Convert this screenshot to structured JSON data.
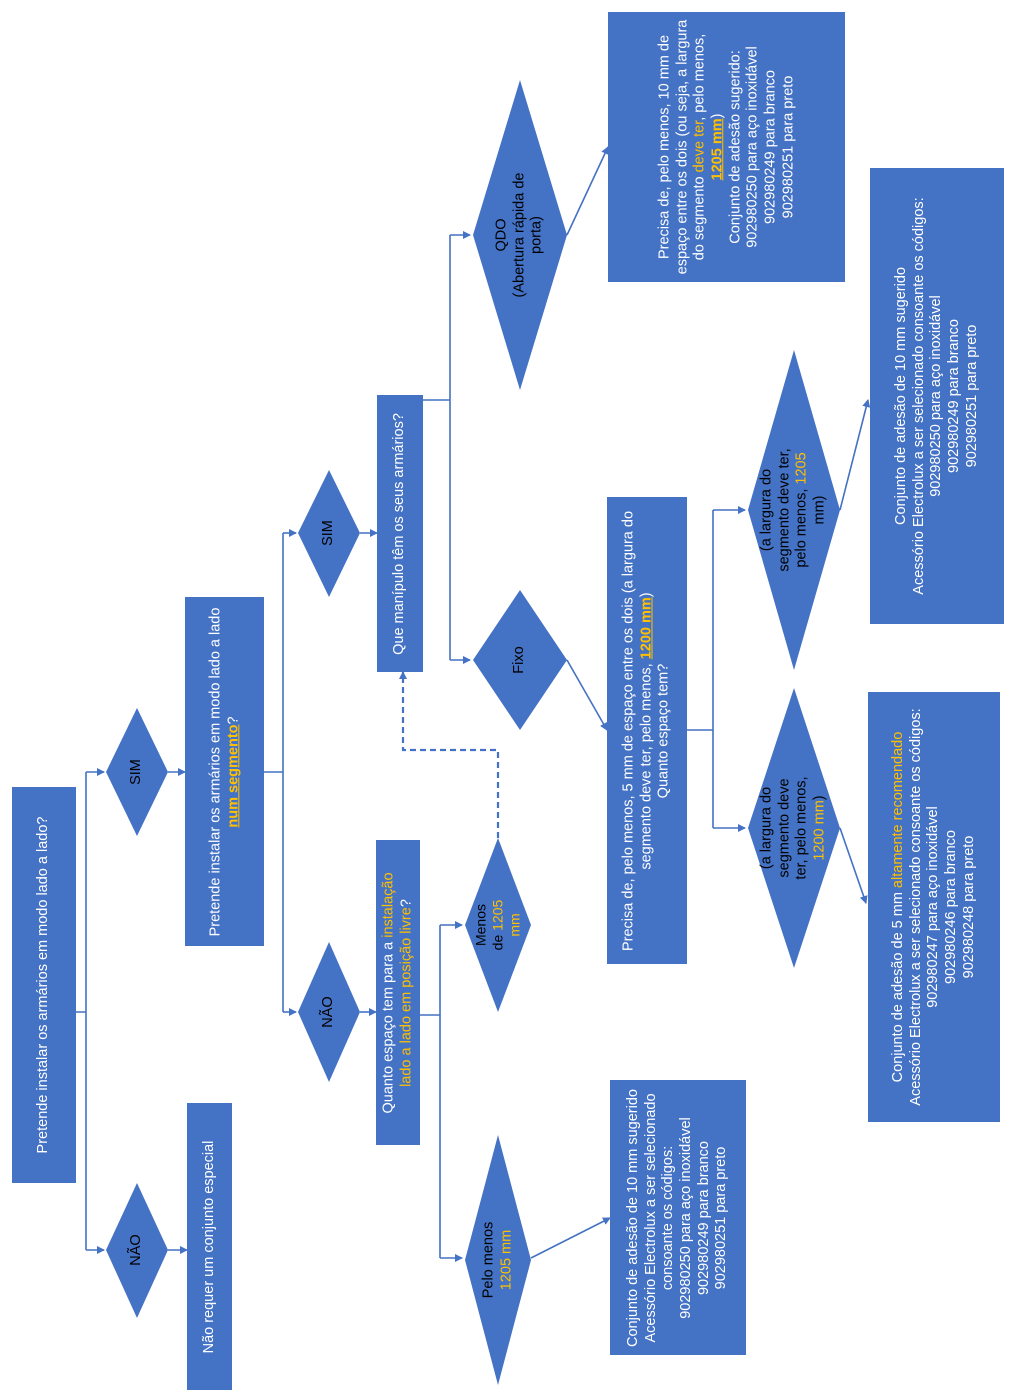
{
  "q_main": "Pretende instalar os armários em modo lado a lado?",
  "d_main_no": "NÃO",
  "d_main_yes": "SIM",
  "r_no_special": "Não requer um conjunto especial",
  "q_segment": {
    "a": "Pretende instalar os armários em modo lado a lado",
    "b": "num segmento",
    "c": "?"
  },
  "d_seg_no": "NÃO",
  "d_seg_yes": "SIM",
  "q_space": {
    "a": "Quanto espaço tem para a ",
    "b": "instalação",
    "c": "lado a lado em posição livre",
    "d": "?"
  },
  "q_handle": "Que manípulo têm os seus armários?",
  "d_atleast": {
    "a": "Pelo menos",
    "b": "1205 mm"
  },
  "d_less": {
    "a": "Menos",
    "b": "de ",
    "c": "1205",
    "d": "mm"
  },
  "d_fixo": "Fixo",
  "d_qdo": {
    "a": "QDO",
    "b": "(Abertura rápida de",
    "c": "porta)"
  },
  "r_10mm_free": {
    "l1": "Conjunto de adesão de 10 mm sugerido",
    "l2": "Acessório Electrolux a ser selecionado",
    "l3": "consoante os códigos:",
    "l4": "902980250 para aço inoxidável",
    "l5": "902980249 para branco",
    "l6": "902980251 para preto"
  },
  "q_fixo_space": {
    "l1": "Precisa de, pelo menos, 5 mm de espaço entre os dois (a largura do",
    "l2": "segmento deve ter, pelo menos, ",
    "l2b": "1200 mm",
    "l2c": ")",
    "l3": "Quanto espaço tem?"
  },
  "r_qdo": {
    "l1": "Precisa de, pelo menos, 10 mm de",
    "l2": "espaço entre os dois (ou seja, a largura",
    "l3a": "do segmento ",
    "l3b": "deve ter",
    "l3c": ", pelo menos,",
    "l4a": "1205 mm",
    "l4b": ")",
    "l5": "Conjunto de adesão sugerido:",
    "l6": "902980250 para aço inoxidável",
    "l7": "902980249 para branco",
    "l8": "902980251 para preto"
  },
  "d_1200": {
    "a": "(a largura do",
    "b": "segmento deve",
    "c": "ter, pelo menos,",
    "d": "1200 mm",
    "e": ")"
  },
  "d_1205": {
    "a": "(a largura do",
    "b": "segmento deve ter,",
    "c": "pelo menos, ",
    "d": "1205",
    "e": "mm)"
  },
  "r_5mm": {
    "l1a": "Conjunto de adesão de 5 mm ",
    "l1b": "altamente recomendado",
    "l2": "Acessório Electrolux a ser selecionado consoante os códigos:",
    "l3": "902980247 para aço inoxidável",
    "l4": "902980246 para branco",
    "l5": "902980248 para preto"
  },
  "r_10mm_seg": {
    "l1": "Conjunto de adesão de 10 mm sugerido",
    "l2": "Acessório Electrolux a ser selecionado consoante os códigos:",
    "l3": "902980250 para aço inoxidável",
    "l4": "902980249 para branco",
    "l5": "902980251 para preto"
  },
  "colors": {
    "fill": "#4472c4",
    "line": "#4472c4",
    "highlight": "#ffc000",
    "text": "#ffffff"
  }
}
